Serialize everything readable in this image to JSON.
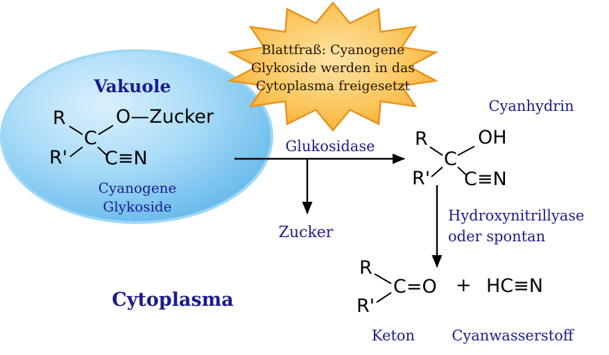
{
  "colors": {
    "label_navy": "#1b1b8f",
    "formula_black": "#000000",
    "vacuole_fill": "#8fd0f5",
    "burst_fill": "#f9b43c",
    "burst_stroke": "#e8931c"
  },
  "vacuole": {
    "title": "Vakuole",
    "label_line1": "Cyanogene",
    "label_line2": "Glykoside",
    "formula": {
      "r": "R",
      "o_sugar": "O—Zucker",
      "c": "C",
      "r_prime": "R'",
      "cn": "C≡N"
    }
  },
  "burst": {
    "line1": "Blattfraß: Cyanogene",
    "line2": "Glykoside werden in das",
    "line3": "Cytoplasma freigesetzt"
  },
  "reaction": {
    "enzyme": "Glukosidase",
    "sugar": "Zucker",
    "enzyme2_line1": "Hydroxynitrillyase",
    "enzyme2_line2": "oder spontan",
    "plus": "+"
  },
  "cyanhydrin": {
    "label": "Cyanhydrin",
    "formula": {
      "r": "R",
      "oh": "OH",
      "c": "C",
      "r_prime": "R'",
      "cn": "C≡N"
    }
  },
  "compartment": "Cytoplasma",
  "keton": {
    "label": "Keton",
    "formula": {
      "r": "R",
      "co": "C=O",
      "r_prime": "R'"
    }
  },
  "hcn": {
    "formula": "HC≡N",
    "label": "Cyanwasserstoff"
  }
}
